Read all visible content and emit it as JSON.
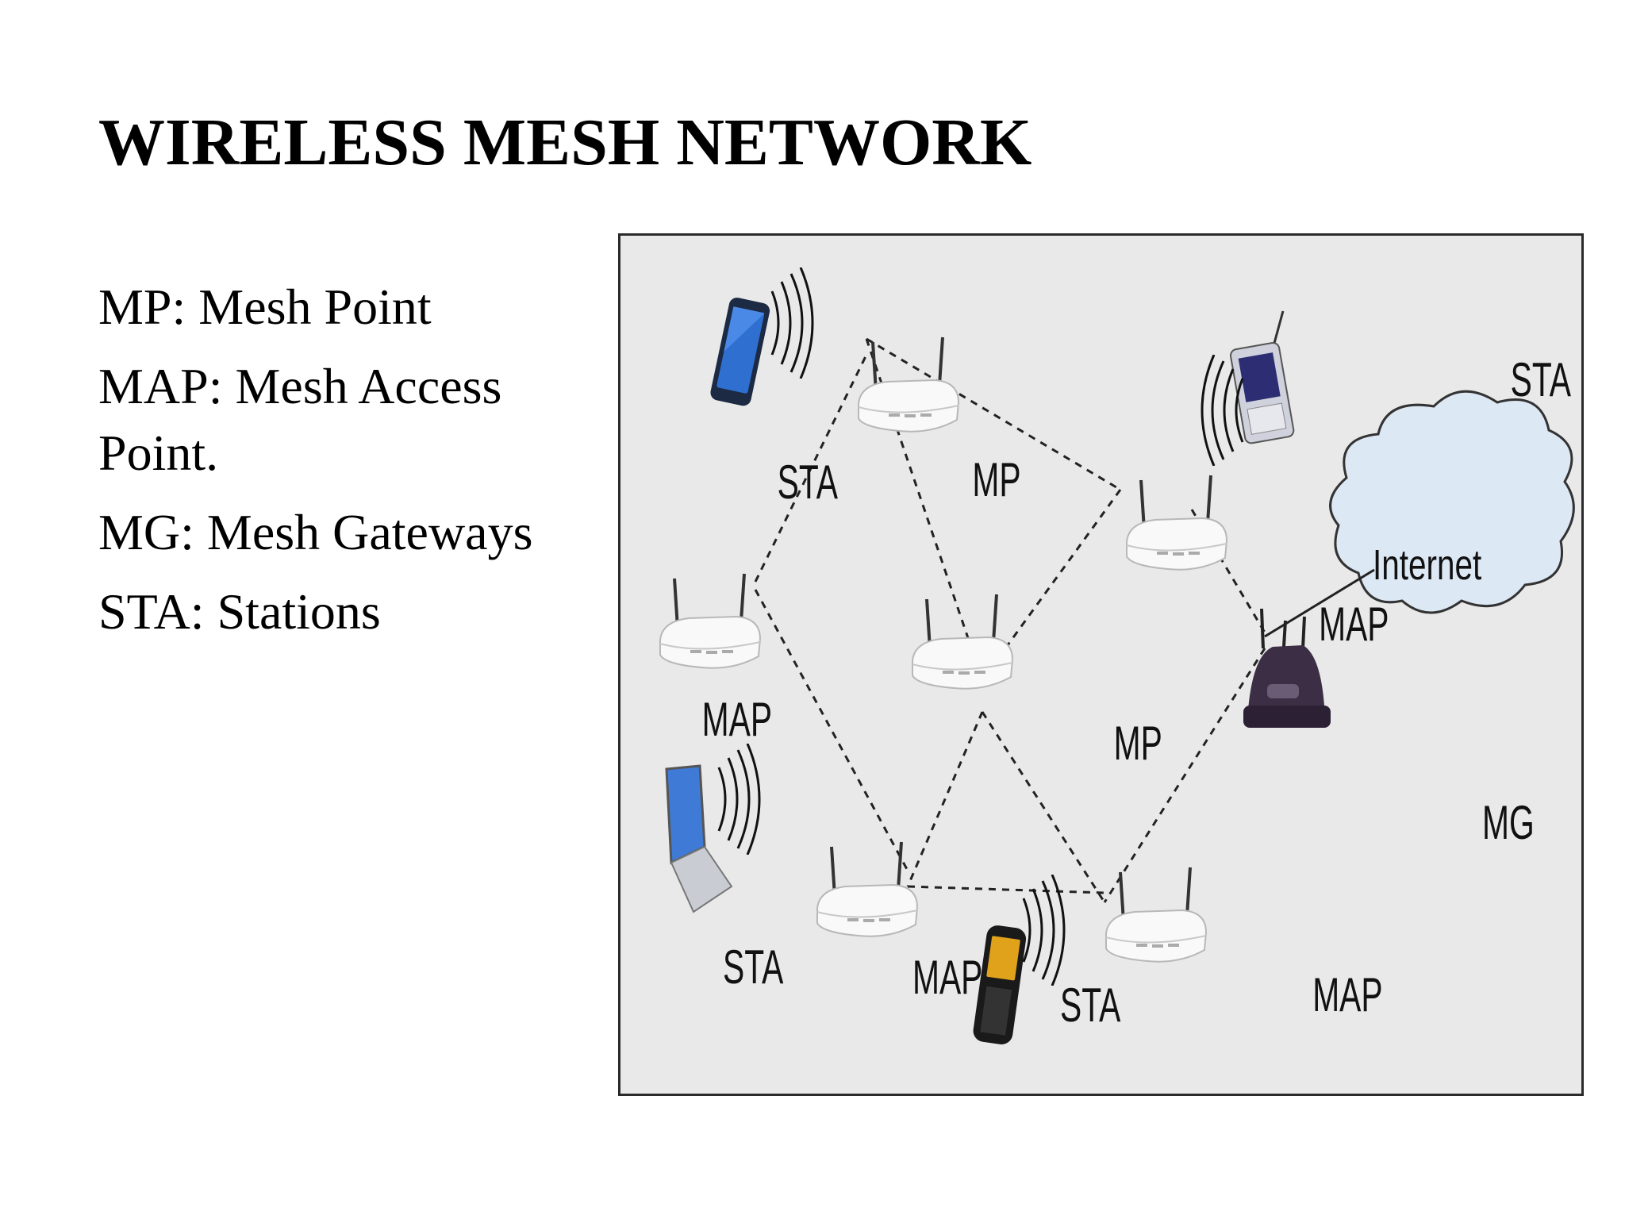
{
  "slide": {
    "title": "WIRELESS MESH NETWORK",
    "legend": [
      "MP: Mesh Point",
      "MAP: Mesh Access Point.",
      "MG: Mesh Gateways",
      "STA: Stations"
    ]
  },
  "diagram": {
    "node_labels": {
      "sta": "STA",
      "mp": "MP",
      "map": "MAP",
      "mg": "MG"
    },
    "cloud_label": "Internet",
    "colors": {
      "panel": "#e9e9e9",
      "cloud": "#dde8f5",
      "gateway": "#3b2e45",
      "router": "#f8f8f8"
    }
  }
}
